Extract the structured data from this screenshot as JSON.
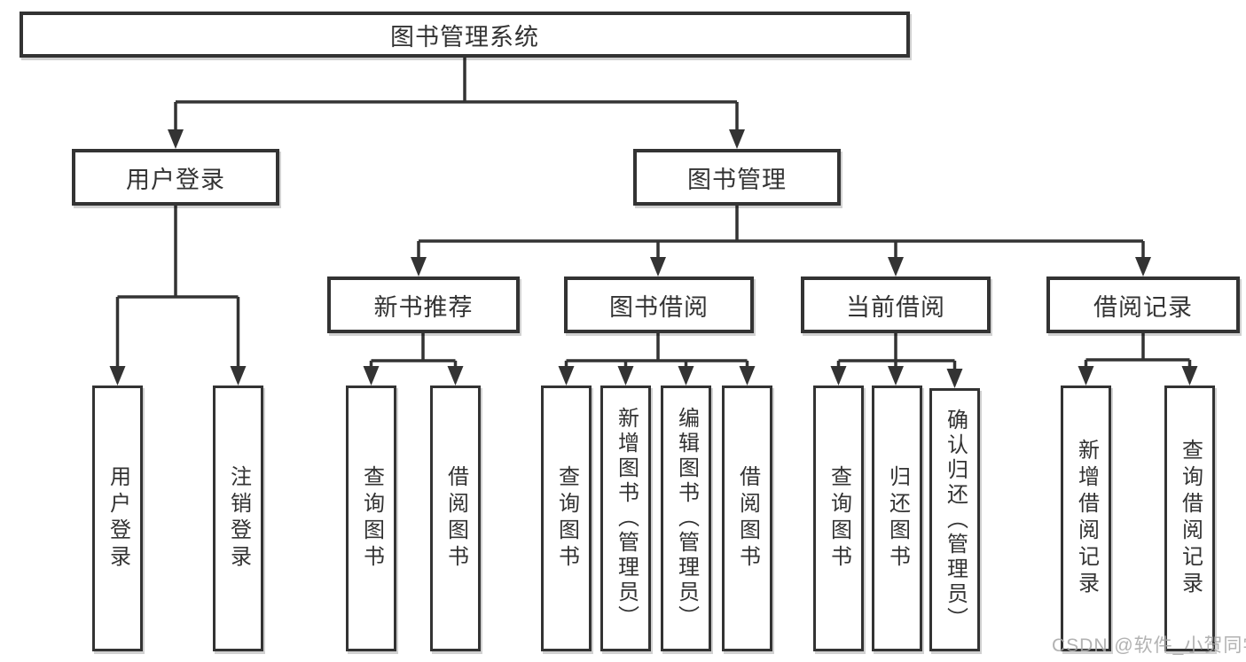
{
  "nodes": {
    "root": {
      "label": "图书管理系统"
    },
    "level2": {
      "user_login": {
        "label": "用户登录"
      },
      "book_management": {
        "label": "图书管理"
      }
    },
    "level3": {
      "new_book_recommend": {
        "label": "新书推荐"
      },
      "book_borrowing": {
        "label": "图书借阅"
      },
      "current_borrowing": {
        "label": "当前借阅"
      },
      "borrowing_records": {
        "label": "借阅记录"
      }
    },
    "leaves": {
      "user_login": {
        "label": "用户登录"
      },
      "logout": {
        "label": "注销登录"
      },
      "query_books_recommend": {
        "label": "查询图书"
      },
      "borrow_books_recommend": {
        "label": "借阅图书"
      },
      "query_books_borrowing": {
        "label": "查询图书"
      },
      "add_books_admin": {
        "label": "新增图书（管理员）"
      },
      "edit_books_admin": {
        "label": "编辑图书（管理员）"
      },
      "borrow_books_borrowing": {
        "label": "借阅图书"
      },
      "query_books_current": {
        "label": "查询图书"
      },
      "return_books": {
        "label": "归还图书"
      },
      "confirm_return_admin": {
        "label": "确认归还（管理员）"
      },
      "add_borrow_record": {
        "label": "新增借阅记录"
      },
      "query_borrow_record": {
        "label": "查询借阅记录"
      }
    }
  },
  "edges": [
    [
      "root",
      "user_login"
    ],
    [
      "root",
      "book_management"
    ],
    [
      "user_login",
      "leaf_user_login"
    ],
    [
      "user_login",
      "leaf_logout"
    ],
    [
      "book_management",
      "new_book_recommend"
    ],
    [
      "book_management",
      "book_borrowing"
    ],
    [
      "book_management",
      "current_borrowing"
    ],
    [
      "book_management",
      "borrowing_records"
    ],
    [
      "new_book_recommend",
      "query_books_recommend"
    ],
    [
      "new_book_recommend",
      "borrow_books_recommend"
    ],
    [
      "book_borrowing",
      "query_books_borrowing"
    ],
    [
      "book_borrowing",
      "add_books_admin"
    ],
    [
      "book_borrowing",
      "edit_books_admin"
    ],
    [
      "book_borrowing",
      "borrow_books_borrowing"
    ],
    [
      "current_borrowing",
      "query_books_current"
    ],
    [
      "current_borrowing",
      "return_books"
    ],
    [
      "current_borrowing",
      "confirm_return_admin"
    ],
    [
      "borrowing_records",
      "add_borrow_record"
    ],
    [
      "borrowing_records",
      "query_borrow_record"
    ]
  ],
  "watermark": {
    "text": "CSDN @软件_小贺同学"
  },
  "colors": {
    "line": "#333333",
    "box_border": "#333333",
    "text": "#333333",
    "background": "#ffffff",
    "watermark": "#a7a7a7"
  }
}
